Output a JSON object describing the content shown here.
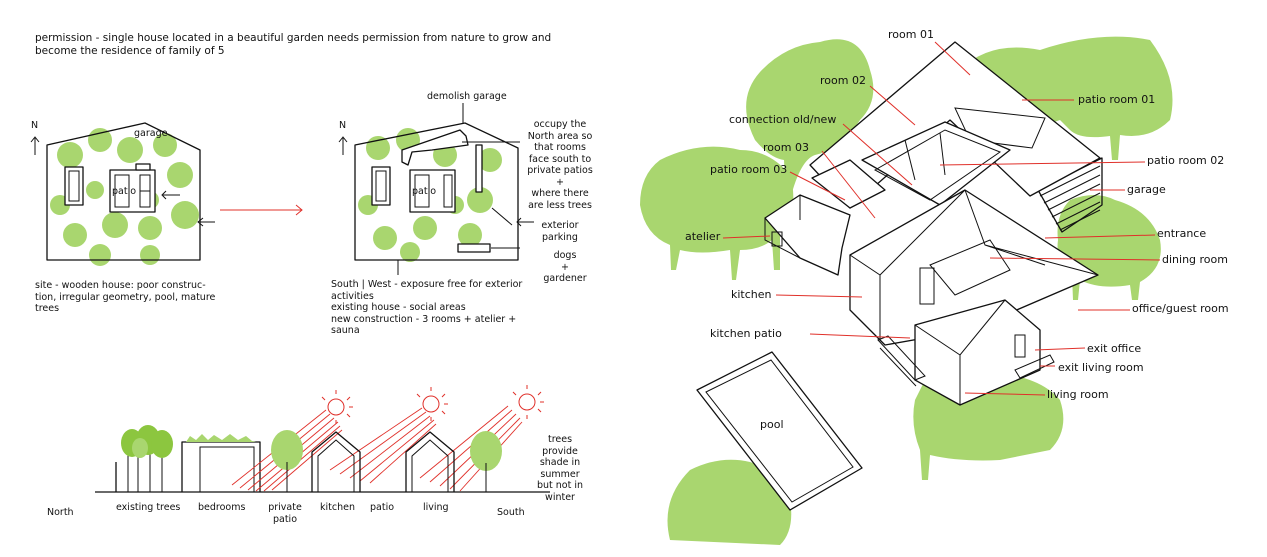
{
  "intro_text": "permission - single house located in a beautiful garden needs permission from nature to grow and\nbecome the residence of family of 5",
  "site_plan": {
    "north_marker": "N",
    "garage_label": "garage",
    "patio_label": "patio",
    "caption": "site - wooden house: poor construc-\ntion, irregular geometry, pool, mature\ntrees"
  },
  "proposal_plan": {
    "north_marker": "N",
    "patio_label": "patio",
    "demolish_garage": "demolish garage",
    "occupy_north": "occupy the\nNorth area so\nthat rooms\nface south to\nprivate patios\n+\nwhere there\nare less trees",
    "exterior_parking": "exterior\nparking",
    "dogs_gardener": "dogs\n+\ngardener",
    "caption": "South | West - exposure free for exterior\nactivities\nexisting house - social areas\nnew construction - 3 rooms + atelier +\nsauna"
  },
  "section": {
    "north": "North",
    "existing_trees": "existing trees",
    "bedrooms": "bedrooms",
    "private_patio": "private\npatio",
    "kitchen": "kitchen",
    "patio": "patio",
    "living": "living",
    "south": "South",
    "trees_note": "trees\nprovide\nshade in\nsummer\nbut not in\nwinter"
  },
  "iso_labels": {
    "room01": "room 01",
    "room02": "room 02",
    "patio_room01": "patio room 01",
    "connection": "connection old/new",
    "room03": "room 03",
    "patio_room02": "patio room 02",
    "patio_room03": "patio room 03",
    "garage": "garage",
    "entrance": "entrance",
    "atelier": "atelier",
    "dining_room": "dining room",
    "kitchen": "kitchen",
    "office_guest": "office/guest room",
    "kitchen_patio": "kitchen patio",
    "exit_office": "exit office",
    "exit_living": "exit living room",
    "living_room": "living room",
    "pool": "pool"
  },
  "colors": {
    "vegetation": "#a9d66f",
    "annotation": "#e0302a",
    "linework": "#111111"
  }
}
